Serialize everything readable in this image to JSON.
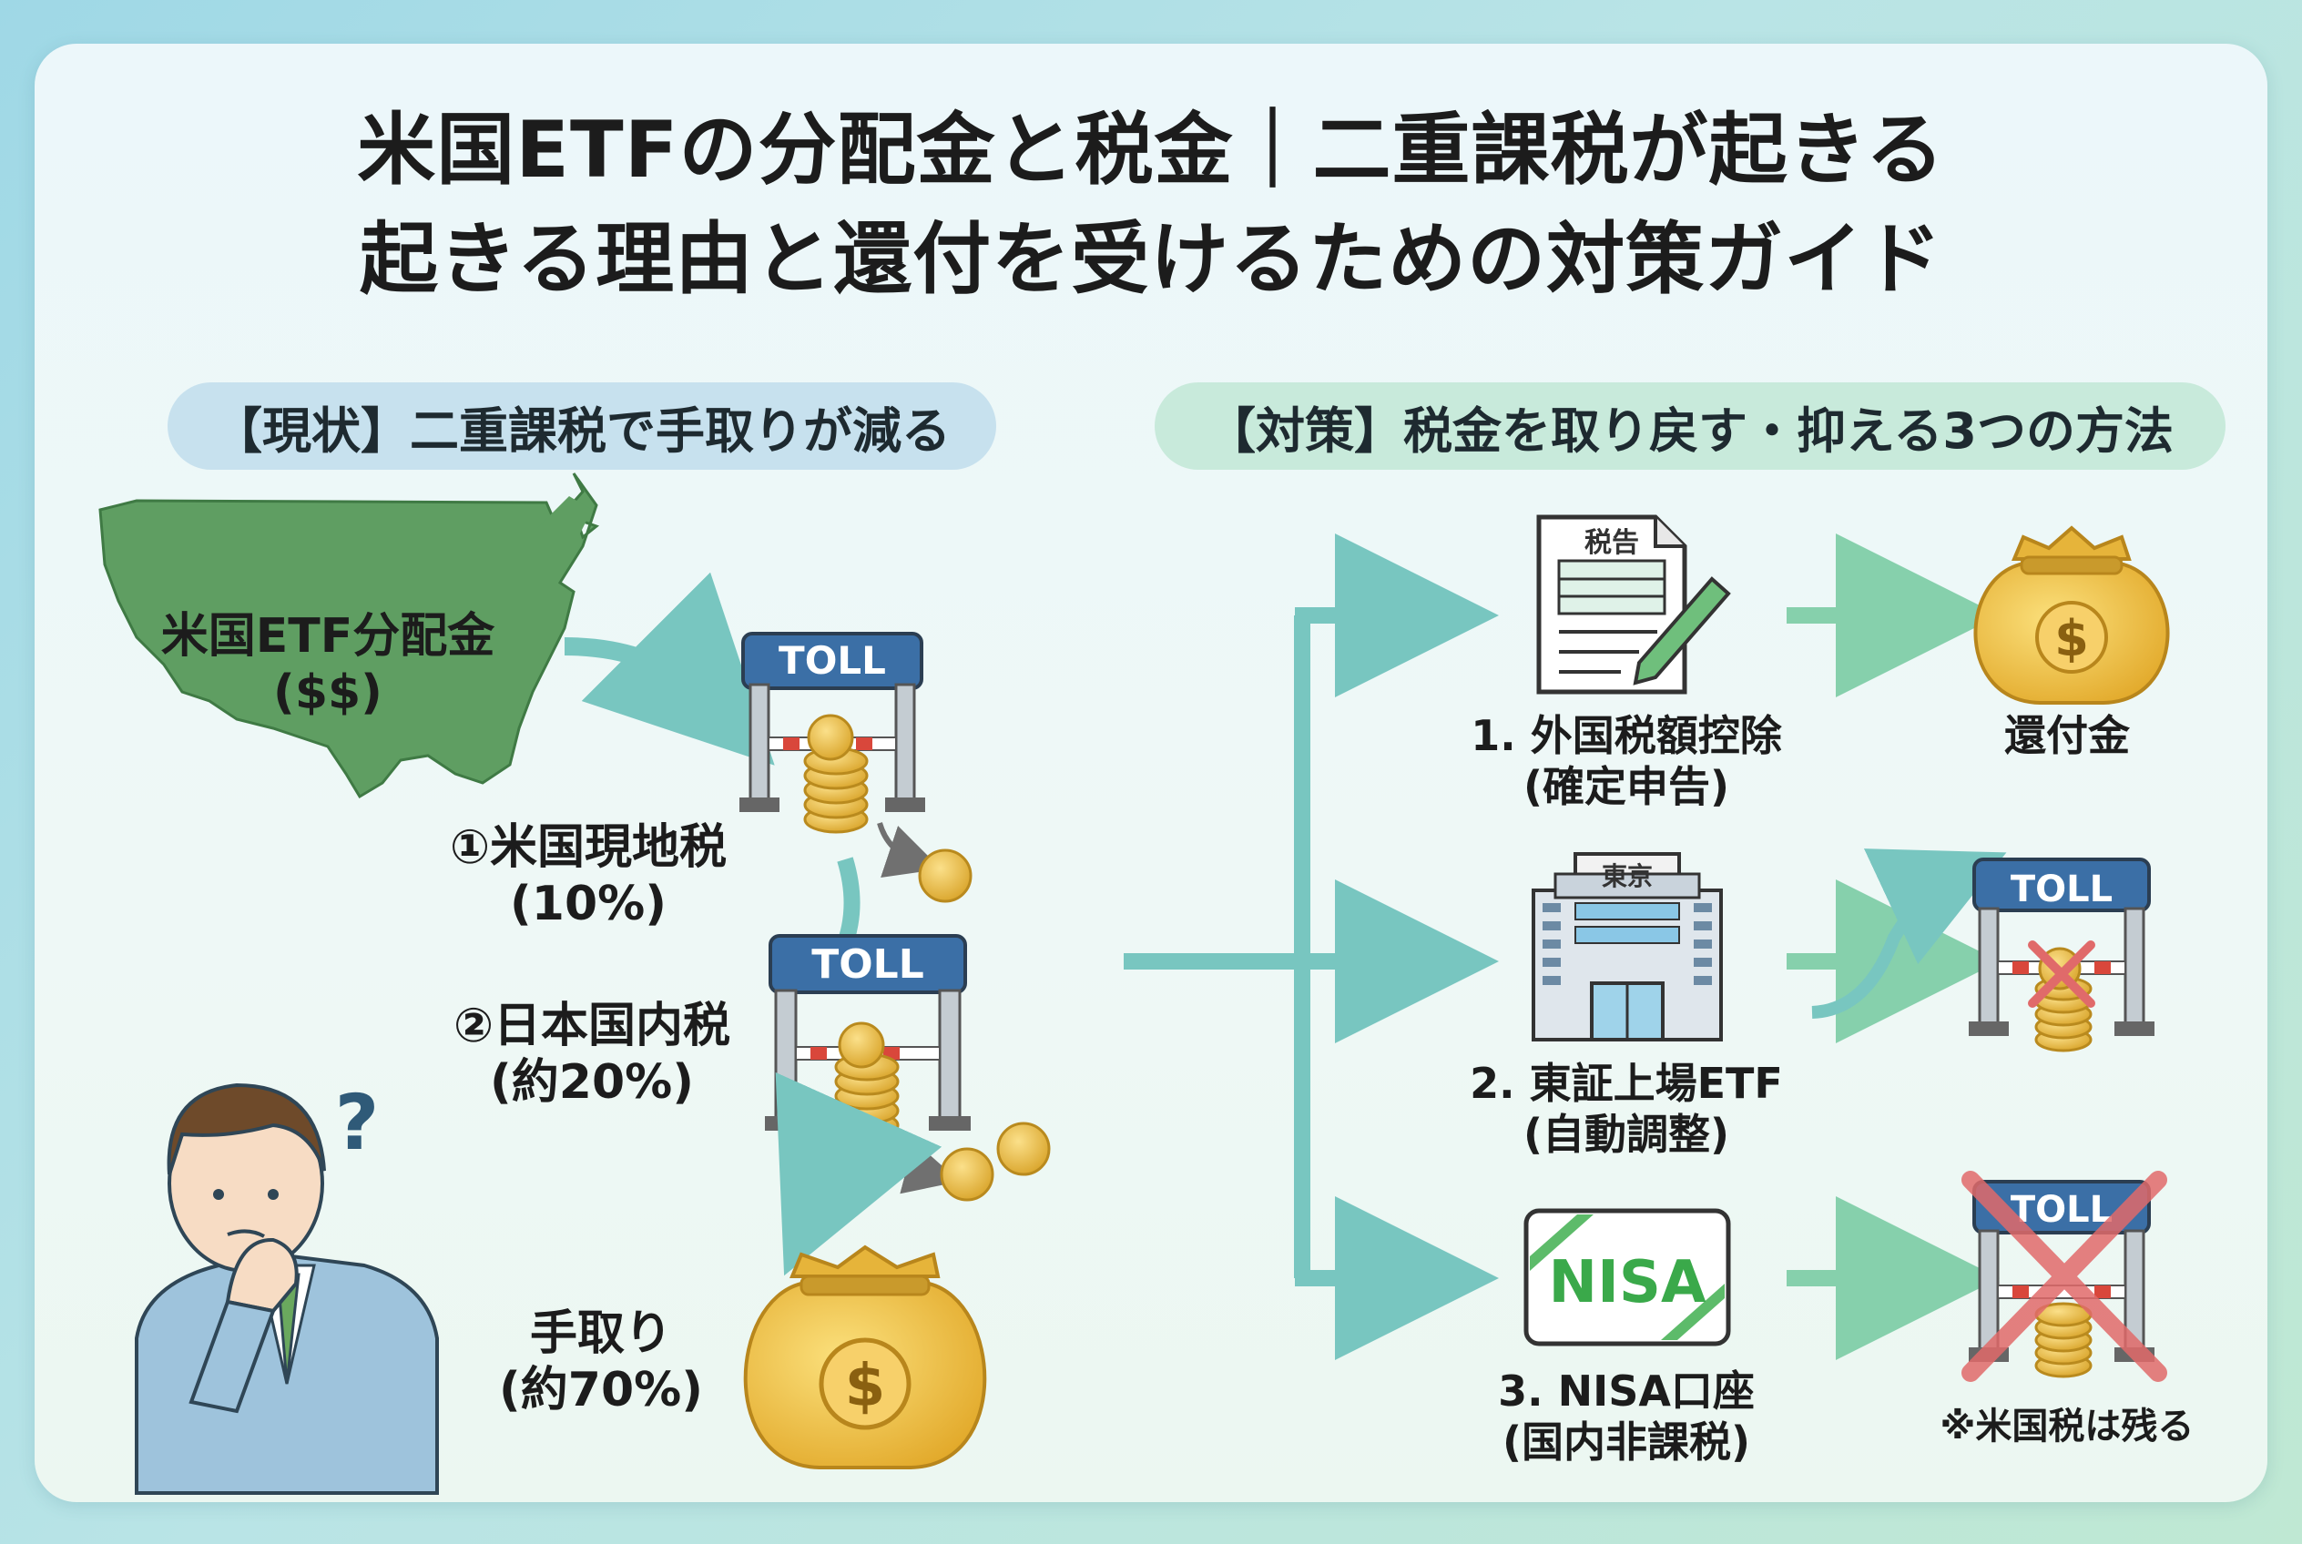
{
  "title": {
    "line1": "米国ETFの分配金と税金｜二重課税が起きる",
    "line2": "起きる理由と還付を受けるための対策ガイド"
  },
  "left_panel": {
    "heading": "【現状】二重課税で手取りが減る",
    "source_label": "米国ETF分配金",
    "source_sub": "($$)",
    "us_tax_label": "①米国現地税",
    "us_tax_rate": "(10%)",
    "jp_tax_label": "②日本国内税",
    "jp_tax_rate": "(約20%)",
    "net_label": "手取り",
    "net_rate": "(約70%)",
    "toll_text": "TOLL"
  },
  "right_panel": {
    "heading": "【対策】税金を取り戻す・抑える3つの方法",
    "methods": [
      {
        "name": "1. 外国税額控除",
        "sub": "(確定申告)",
        "icon_text": "税告",
        "result": "還付金"
      },
      {
        "name": "2. 東証上場ETF",
        "sub": "(自動調整)",
        "icon_text": "東京",
        "result": "TOLL"
      },
      {
        "name": "3. NISA口座",
        "sub": "(国内非課税)",
        "icon_text": "NISA",
        "result": "TOLL",
        "note": "※米国税は残る"
      }
    ]
  },
  "colors": {
    "arrow_teal": "#78c6c0",
    "arrow_green": "#86d0ac",
    "toll_blue": "#3b6fa6",
    "coin_gold": "#e8b93a",
    "cross_red": "#e06a6a",
    "map_green": "#5f9e62",
    "nisa_green": "#3aa94a"
  }
}
